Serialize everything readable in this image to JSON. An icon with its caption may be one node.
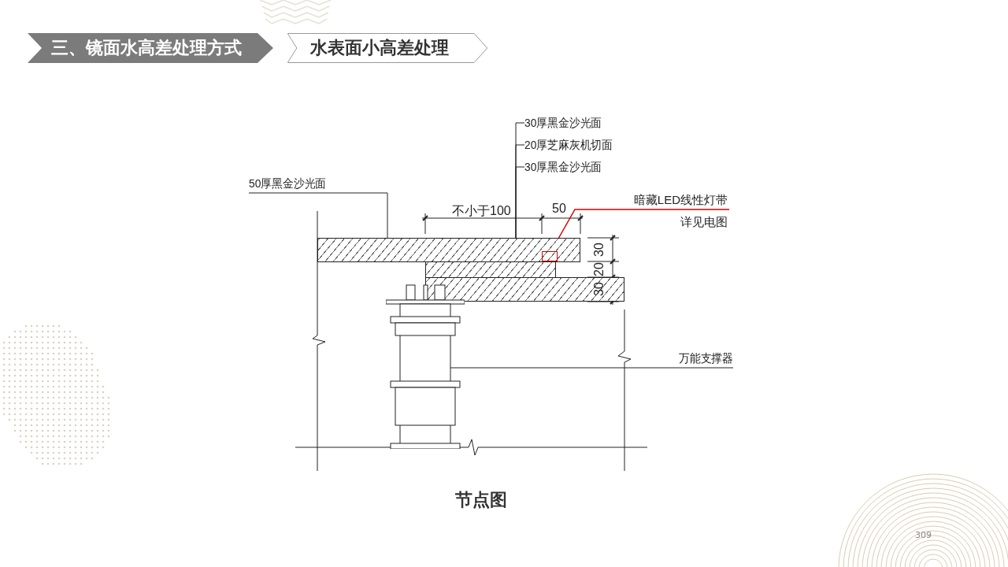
{
  "diagram": {
    "caption": "节点图",
    "nodes": [
      {
        "text": [
          "三、镜面水高差处理方式"
        ]
      },
      {
        "text": [
          "水表面小高差处理"
        ]
      },
      {
        "text": [
          "30厚黑金沙光面"
        ]
      },
      {
        "text": [
          "20厚芝麻灰机切面"
        ]
      },
      {
        "text": [
          "30厚黑金沙光面"
        ]
      },
      {
        "text": [
          "50厚黑金沙光面"
        ]
      },
      {
        "text": [
          "暗藏LED线性灯带",
          "详见电图"
        ]
      },
      {
        "text": [
          "万能支撑器"
        ]
      },
      {
        "text": [],
        "shape": "bar"
      },
      {
        "text": [],
        "shape": "bar"
      },
      {
        "text": [],
        "shape": "bar"
      },
      {
        "text": [],
        "shape": "box",
        "in": 8
      },
      {
        "text": [],
        "shape": "picture"
      }
    ],
    "edges": [
      {
        "from": 2,
        "to": 8,
        "arrow": "none"
      },
      {
        "from": 3,
        "to": 9,
        "arrow": "none"
      },
      {
        "from": 4,
        "to": 10,
        "arrow": "none"
      },
      {
        "from": 5,
        "to": 8,
        "arrow": "other"
      },
      {
        "from": 6,
        "to": 11,
        "arrow": "none",
        "color": "#d40000"
      },
      {
        "from": 7,
        "to": 12,
        "arrow": "other"
      }
    ],
    "labels": [
      "不小于100",
      "50",
      "30",
      "20",
      "30",
      "309"
    ]
  }
}
